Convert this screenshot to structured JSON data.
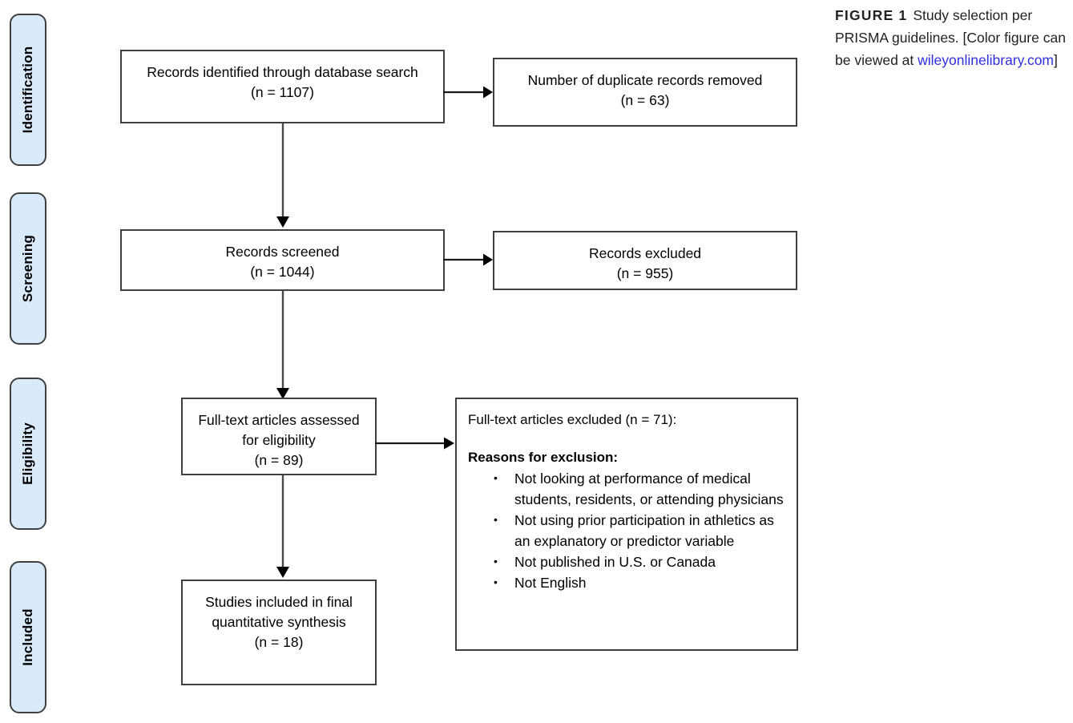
{
  "figure": {
    "caption_label": "FIGURE 1",
    "caption_text": "Study selection per PRISMA guidelines. [Color figure can be viewed at ",
    "caption_link": "wileyonlinelibrary.com",
    "caption_tail": "]",
    "link_color": "#2f2fe0"
  },
  "stages": [
    {
      "id": "identification",
      "label": "Identification"
    },
    {
      "id": "screening",
      "label": "Screening"
    },
    {
      "id": "eligibility",
      "label": "Eligibility"
    },
    {
      "id": "included",
      "label": "Included"
    }
  ],
  "boxes": {
    "records_identified": {
      "line1": "Records identified through database search",
      "line2": "(n =  1107)"
    },
    "duplicates_removed": {
      "line1": "Number of duplicate records removed",
      "line2": "(n = 63)"
    },
    "records_screened": {
      "line1": "Records screened",
      "line2": "(n = 1044)"
    },
    "records_excluded": {
      "line1": "Records excluded",
      "line2": "(n = 955)"
    },
    "fulltext_assessed": {
      "line1": "Full-text articles assessed",
      "line2": "for eligibility",
      "line3": "(n = 89)"
    },
    "studies_included": {
      "line1": "Studies included in final",
      "line2": "quantitative synthesis",
      "line3": "(n = 18)"
    },
    "fulltext_excluded": {
      "heading": "Full-text articles excluded (n = 71):",
      "reasons_title": "Reasons for exclusion:",
      "reasons": [
        "Not looking at performance of medical students, residents, or attending physicians",
        "Not using prior participation in athletics as an explanatory or predictor variable",
        "Not published in U.S. or Canada",
        "Not English"
      ]
    }
  },
  "flow": {
    "counts": {
      "identified": 1107,
      "duplicates_removed": 63,
      "screened": 1044,
      "excluded_at_screening": 955,
      "fulltext_assessed": 89,
      "fulltext_excluded": 71,
      "included": 18
    }
  },
  "colors": {
    "stage_fill": "#d9eafb",
    "stroke": "#3f3f3f",
    "text": "#000000"
  }
}
